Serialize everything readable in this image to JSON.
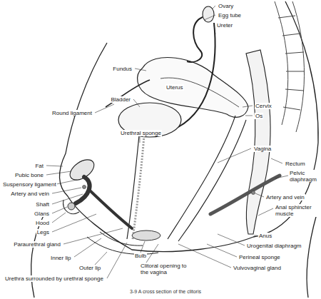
{
  "diagram": {
    "caption": "3-9 A cross section of the clitoris",
    "labels": [
      "Ovary",
      "Egg tube",
      "Ureter",
      "Fundus",
      "Uterus",
      "Bladder",
      "Cervix",
      "Os",
      "Round ligament",
      "Urethral sponge",
      "Vagina",
      "Rectum",
      "Fat",
      "Pelvic diaphragm",
      "Pubic bone",
      "Suspensory ligament",
      "Artery and vein",
      "Artery and vein",
      "Shaft",
      "Anal sphincter muscle",
      "Glans",
      "Hood",
      "Legs",
      "Anus",
      "Paraurethral gland",
      "Urogenital diaphragm",
      "Inner lip",
      "Bulb",
      "Perineal sponge",
      "Clitoral opening to the vagina",
      "Vulvovaginal gland",
      "Outer lip",
      "Urethra surrounded by urethral sponge"
    ]
  }
}
